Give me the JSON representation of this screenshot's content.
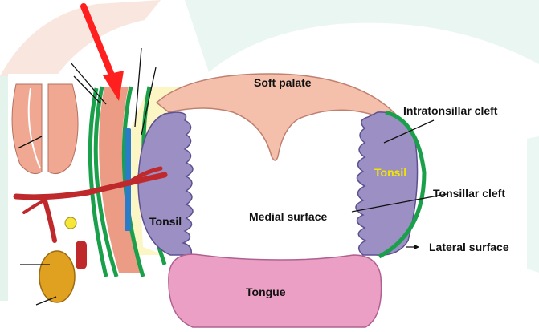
{
  "labels": {
    "soft_palate": "Soft palate",
    "intratonsillar_cleft": "Intratonsillar cleft",
    "tonsil_right": "Tonsil",
    "tonsillar_cleft": "Tonsillar cleft",
    "medial_surface": "Medial surface",
    "tonsil_left": "Tonsil",
    "lateral_surface": "Lateral surface",
    "tongue": "Tongue"
  },
  "colors": {
    "soft_palate": "#f4c0ac",
    "tonsil": "#9b8fc4",
    "tongue": "#ec9fc4",
    "capsule": "#1aa04a",
    "constrictor_band": "#ec9c84",
    "blue_strip": "#2a7bc8",
    "artery": "#c0292b",
    "highlight_arrow": "#ff1f1f",
    "label_yellow": "#f2e600",
    "background_teal": "#d8efe6",
    "background_pink": "#f6dcd2"
  },
  "icons": [
    "red-pointer-arrow-icon",
    "leader-arrow-icon"
  ]
}
